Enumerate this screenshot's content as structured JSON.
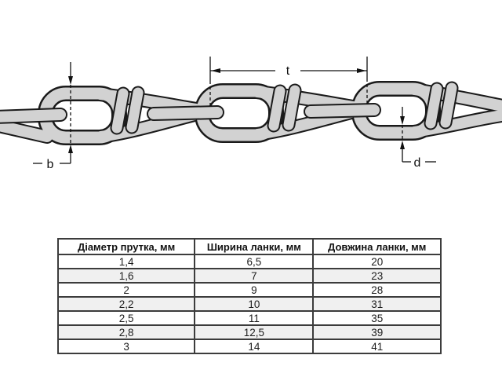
{
  "diagram": {
    "labels": {
      "t": "t",
      "b": "b",
      "d": "d"
    },
    "colors": {
      "chain_fill": "#d2d2d2",
      "chain_outline": "#1a1a1a",
      "dimension_lines": "#111111"
    }
  },
  "table": {
    "border_color": "#3c3c3c",
    "stripe_color": "#f0f0f0",
    "headers": [
      "Діаметр прутка, мм",
      "Ширина ланки, мм",
      "Довжина ланки, мм"
    ],
    "rows": [
      [
        "1,4",
        "6,5",
        "20"
      ],
      [
        "1,6",
        "7",
        "23"
      ],
      [
        "2",
        "9",
        "28"
      ],
      [
        "2,2",
        "10",
        "31"
      ],
      [
        "2,5",
        "11",
        "35"
      ],
      [
        "2,8",
        "12,5",
        "39"
      ],
      [
        "3",
        "14",
        "41"
      ]
    ]
  }
}
